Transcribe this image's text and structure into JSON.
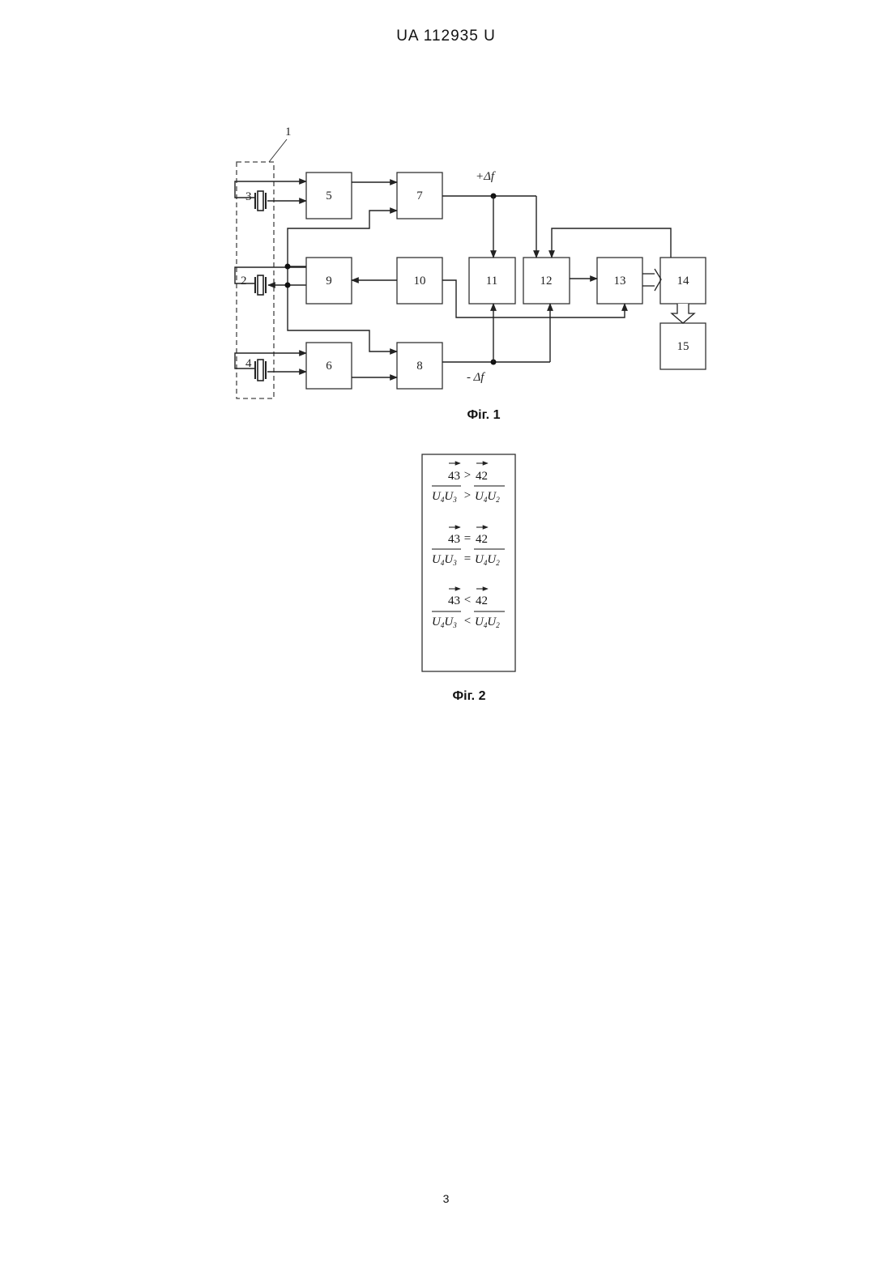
{
  "header": {
    "document_id": "UA   112935   U"
  },
  "figure1": {
    "caption": "Фіг. 1",
    "group_label": "1",
    "sensor_labels": {
      "s3": "3",
      "s2": "2",
      "s4": "4"
    },
    "blocks": {
      "b5": "5",
      "b6": "6",
      "b7": "7",
      "b8": "8",
      "b9": "9",
      "b10": "10",
      "b11": "11",
      "b12": "12",
      "b13": "13",
      "b14": "14",
      "b15": "15"
    },
    "signal_plus": "+Δf",
    "signal_minus": "- Δf"
  },
  "figure2": {
    "caption": "Фіг. 2",
    "rows": [
      {
        "op": ">",
        "a": "43",
        "b": "42",
        "ua": "U",
        "ua_sub": "4",
        "ub": "U",
        "ub_sub": "3",
        "uc": "U",
        "uc_sub": "4",
        "ud": "U",
        "ud_sub": "2"
      },
      {
        "op": "=",
        "a": "43",
        "b": "42",
        "ua": "U",
        "ua_sub": "4",
        "ub": "U",
        "ub_sub": "3",
        "uc": "U",
        "uc_sub": "4",
        "ud": "U",
        "ud_sub": "2"
      },
      {
        "op": "<",
        "a": "43",
        "b": "42",
        "ua": "U",
        "ua_sub": "4",
        "ub": "U",
        "ub_sub": "3",
        "uc": "U",
        "uc_sub": "4",
        "ud": "U",
        "ud_sub": "2"
      }
    ]
  },
  "footer": {
    "page_number": "3"
  }
}
